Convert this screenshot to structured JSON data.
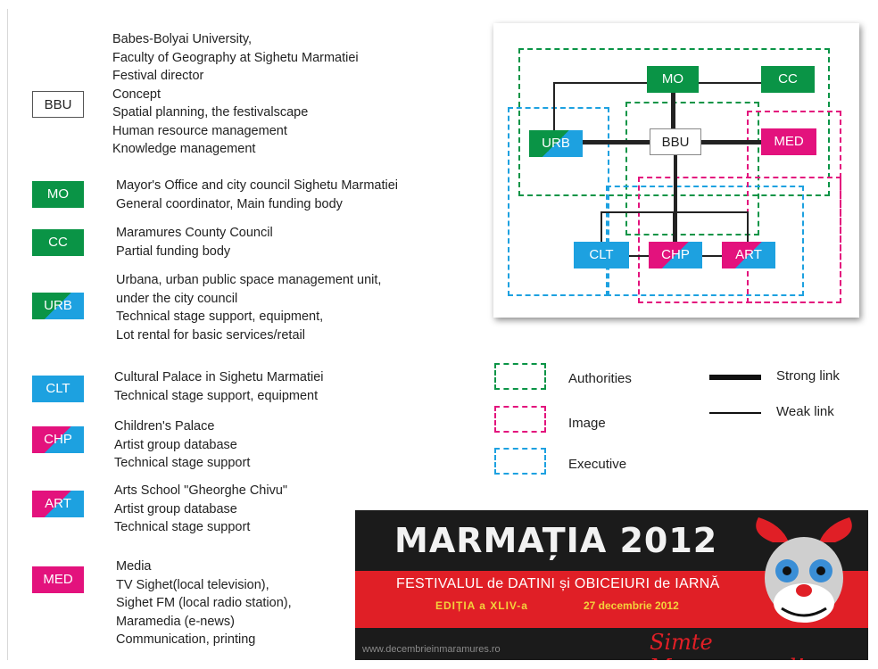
{
  "entities": [
    {
      "code": "BBU",
      "lines": [
        "Babes-Bolyai University,",
        "Faculty of Geography at Sighetu Marmatiei",
        "Festival director",
        "Concept",
        "Spatial planning, the festivalscape",
        "Human resource management",
        "Knowledge management"
      ]
    },
    {
      "code": "MO",
      "lines": [
        "Mayor's Office and city council Sighetu Marmatiei",
        "General coordinator, Main funding body"
      ]
    },
    {
      "code": "CC",
      "lines": [
        "Maramures County Council",
        "Partial funding body"
      ]
    },
    {
      "code": "URB",
      "lines": [
        "Urbana, urban public space management unit,",
        "under the city council",
        "Technical stage support, equipment,",
        "Lot rental for basic services/retail"
      ]
    },
    {
      "code": "CLT",
      "lines": [
        "Cultural Palace in Sighetu Marmatiei",
        "Technical stage support, equipment"
      ]
    },
    {
      "code": "CHP",
      "lines": [
        "Children's Palace",
        "Artist group database",
        "Technical stage support"
      ]
    },
    {
      "code": "ART",
      "lines": [
        "Arts School \"Gheorghe Chivu\"",
        "Artist group database",
        "Technical stage support"
      ]
    },
    {
      "code": "MED",
      "lines": [
        "Media",
        "TV Sighet(local television),",
        "Sighet FM (local radio station),",
        " Maramedia (e-news)",
        "Communication, printing"
      ]
    }
  ],
  "diagram": {
    "nodes": {
      "mo": "MO",
      "cc": "CC",
      "urb": "URB",
      "bbu": "BBU",
      "med": "MED",
      "clt": "CLT",
      "chp": "CHP",
      "art": "ART"
    }
  },
  "legend": {
    "authorities": "Authorities",
    "image": "Image",
    "executive": "Executive",
    "strong": "Strong link",
    "weak": "Weak link"
  },
  "colors": {
    "green": "#0a9446",
    "blue": "#1da1e0",
    "pink": "#e3127d",
    "banner_red": "#e01f26"
  },
  "banner": {
    "title": "MARMAȚIA 2012",
    "subtitle": "FESTIVALUL de DATINI și OBICEIURI de IARNĂ",
    "edition": "EDIȚIA a XLIV-a",
    "date": "27 decembrie 2012",
    "url": "www.decembrieinmaramures.ro",
    "slogan": "Simte Maramureșul!"
  }
}
